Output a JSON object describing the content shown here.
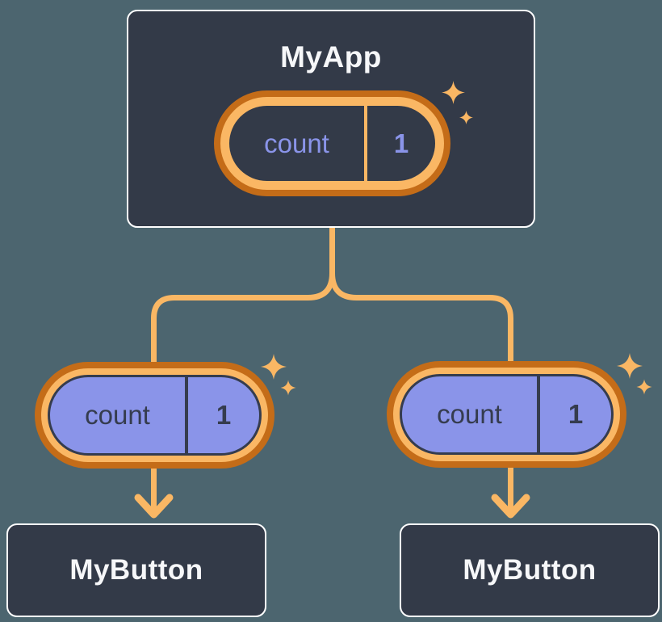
{
  "colors": {
    "background": "#4C656F",
    "node-fill": "#333A48",
    "node-border": "#FFFFFF",
    "node-text": "#F6F7F9",
    "accent-light": "#FAB764",
    "accent-dark": "#C46C18",
    "pill-fill": "#8A94E9",
    "pill-text": "#353C4E"
  },
  "tree": {
    "root": {
      "title": "MyApp",
      "state_pill": {
        "name": "count",
        "value": "1"
      }
    },
    "children": [
      {
        "title": "MyButton",
        "prop_pill": {
          "name": "count",
          "value": "1"
        }
      },
      {
        "title": "MyButton",
        "prop_pill": {
          "name": "count",
          "value": "1"
        }
      }
    ]
  }
}
